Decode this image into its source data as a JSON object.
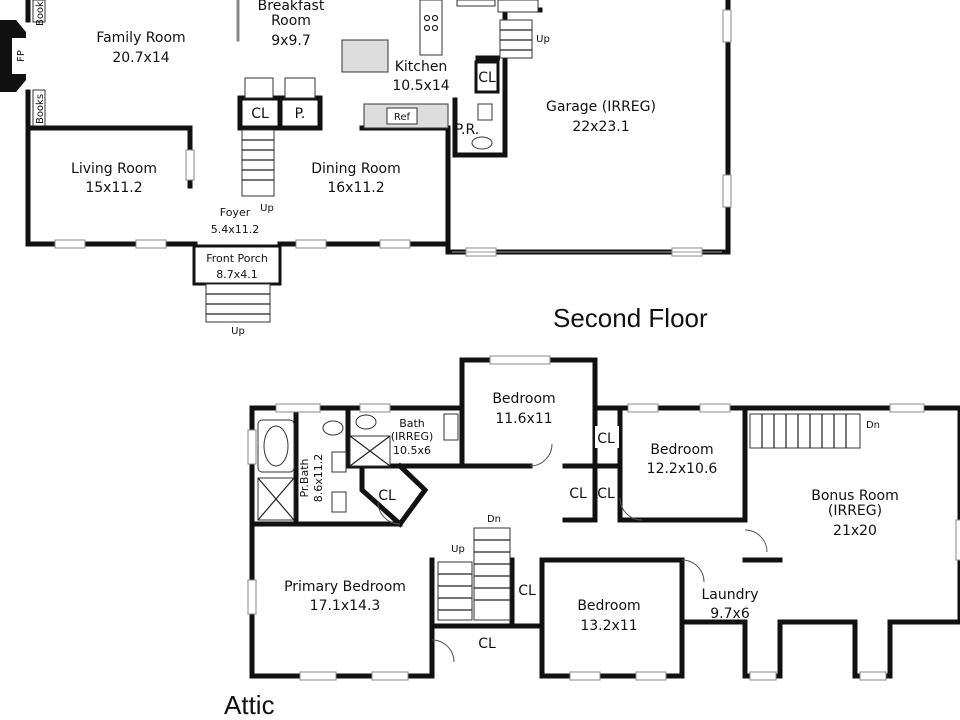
{
  "floors": {
    "second": "Second Floor",
    "attic": "Attic"
  },
  "first_floor": {
    "family_room": {
      "name": "Family Room",
      "dim": "20.7x14"
    },
    "breakfast_room": {
      "name1": "Breakfast",
      "name2": "Room",
      "dim": "9x9.7"
    },
    "kitchen": {
      "name": "Kitchen",
      "dim": "10.5x14"
    },
    "garage": {
      "name": "Garage (IRREG)",
      "dim": "22x23.1"
    },
    "living_room": {
      "name": "Living Room",
      "dim": "15x11.2"
    },
    "dining_room": {
      "name": "Dining Room",
      "dim": "16x11.2"
    },
    "foyer": {
      "name": "Foyer",
      "dim": "5.4x11.2"
    },
    "front_porch": {
      "name": "Front Porch",
      "dim": "8.7x4.1"
    },
    "closet": "CL",
    "pantry": "P.",
    "powder_room": "P.R.",
    "fireplace": "FP",
    "books": "Books",
    "ref": "Ref",
    "up": "Up"
  },
  "second_floor": {
    "bedroom_a": {
      "name": "Bedroom",
      "dim": "11.6x11"
    },
    "bedroom_b": {
      "name": "Bedroom",
      "dim": "12.2x10.6"
    },
    "bedroom_c": {
      "name": "Bedroom",
      "dim": "13.2x11"
    },
    "bath": {
      "name": "Bath",
      "sub": "(IRREG)",
      "dim": "10.5x6"
    },
    "primary_bath": {
      "name": "Pr.Bath",
      "dim": "8.6x11.2"
    },
    "primary_bedroom": {
      "name": "Primary Bedroom",
      "dim": "17.1x14.3"
    },
    "bonus_room": {
      "name": "Bonus Room",
      "sub": "(IRREG)",
      "dim": "21x20"
    },
    "laundry": {
      "name": "Laundry",
      "dim": "9.7x6"
    },
    "closet": "CL",
    "up": "Up",
    "down": "Dn"
  }
}
